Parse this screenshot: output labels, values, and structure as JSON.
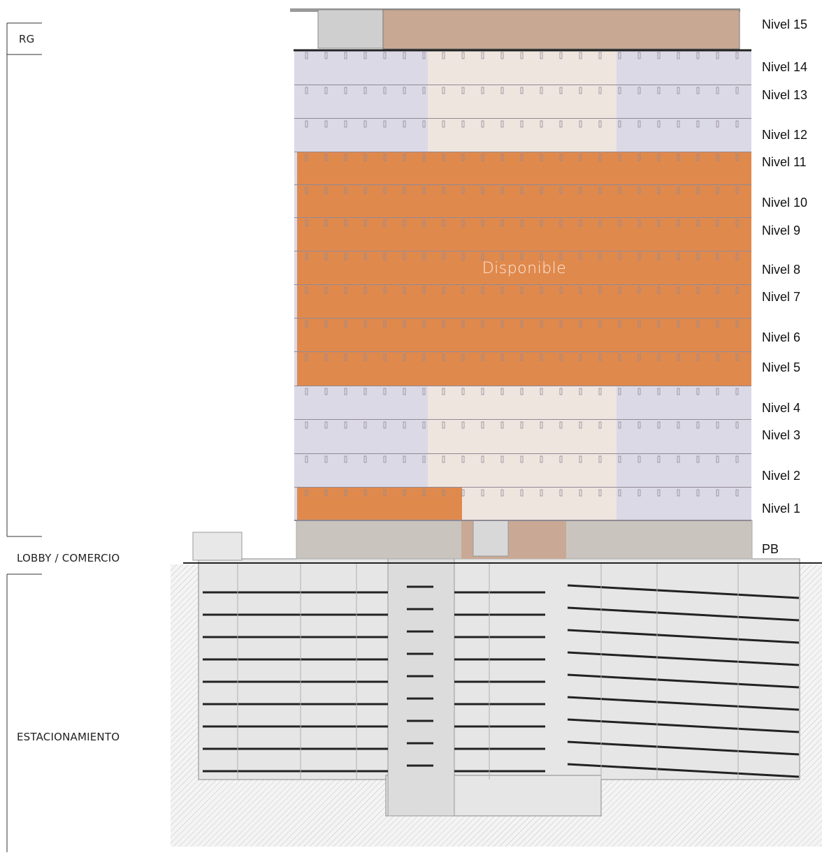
{
  "zones": {
    "rg": "RG",
    "lobby": "LOBBY / COMERCIO",
    "parking": "ESTACIONAMIENTO"
  },
  "levels": [
    {
      "label": "Nivel 15",
      "status": "occupied"
    },
    {
      "label": "Nivel 14",
      "status": "occupied"
    },
    {
      "label": "Nivel 13",
      "status": "occupied"
    },
    {
      "label": "Nivel 12",
      "status": "occupied"
    },
    {
      "label": "Nivel 11",
      "status": "available"
    },
    {
      "label": "Nivel 10",
      "status": "available"
    },
    {
      "label": "Nivel 9",
      "status": "available"
    },
    {
      "label": "Nivel 8",
      "status": "available"
    },
    {
      "label": "Nivel 7",
      "status": "available"
    },
    {
      "label": "Nivel 6",
      "status": "available"
    },
    {
      "label": "Nivel 5",
      "status": "available"
    },
    {
      "label": "Nivel 4",
      "status": "occupied"
    },
    {
      "label": "Nivel 3",
      "status": "occupied"
    },
    {
      "label": "Nivel 2",
      "status": "occupied"
    },
    {
      "label": "Nivel 1",
      "status": "partial"
    },
    {
      "label": "PB",
      "status": "lobby"
    }
  ],
  "highlight": {
    "text": "Disponible",
    "color": "#e08a4e"
  },
  "colors": {
    "facade": "#dcd9e6",
    "core": "#efe5df",
    "available": "#e0894d",
    "ground": "#e4e4e4",
    "structure": "#b9b9b9",
    "slab": "#222222"
  }
}
